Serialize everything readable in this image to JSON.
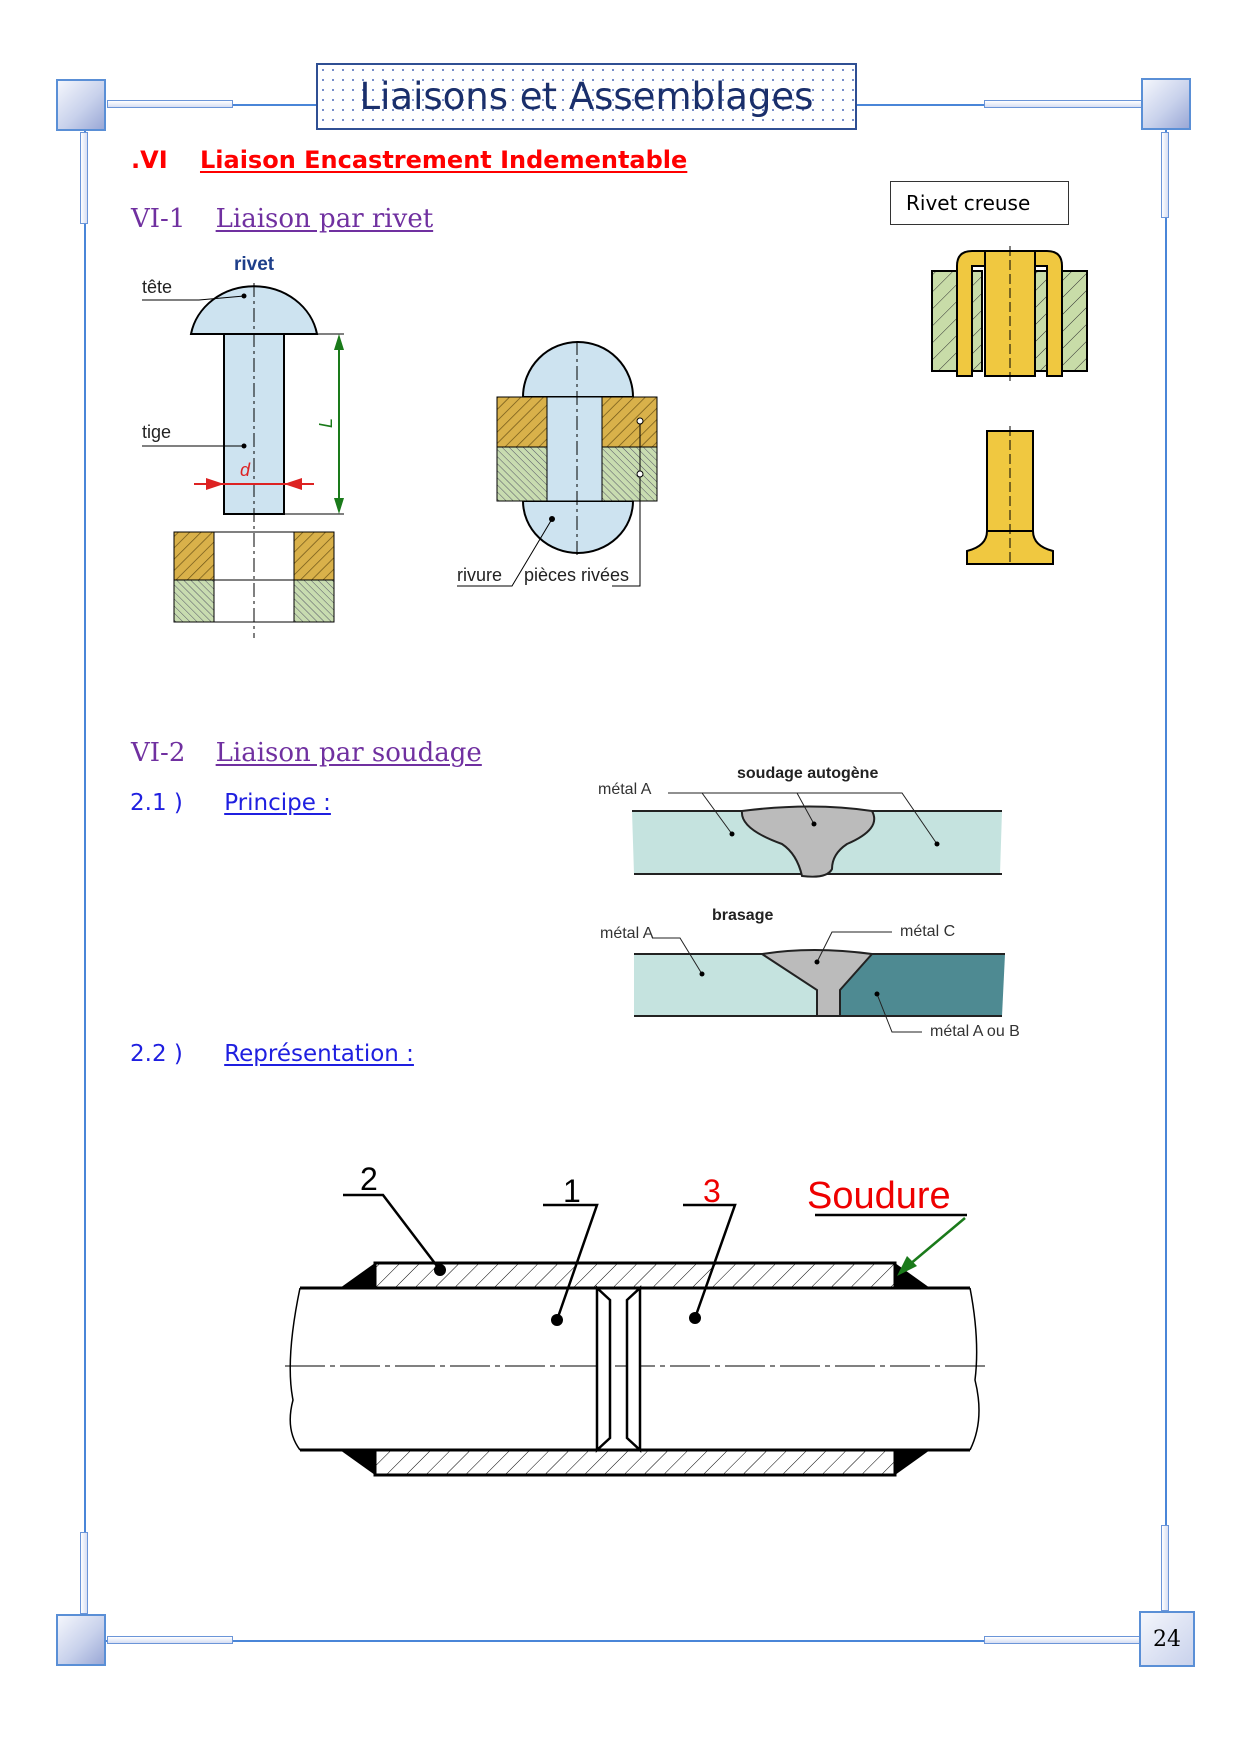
{
  "header": {
    "title": "Liaisons et Assemblages"
  },
  "section": {
    "number": ".VI",
    "title": "Liaison Encastrement Indementable"
  },
  "sub1": {
    "number": "VI-1",
    "title": "Liaison par rivet"
  },
  "rivet_figure": {
    "title": "rivet",
    "label_head": "tête",
    "label_shank": "tige",
    "label_d": "d",
    "label_L": "L"
  },
  "riveted_figure": {
    "label_rivure": "rivure",
    "label_pieces": "pièces rivées"
  },
  "hollow_rivet": {
    "label": "Rivet creuse"
  },
  "sub2": {
    "number": "VI-2",
    "title": "Liaison par soudage"
  },
  "principle": {
    "number": "2.1 )",
    "title": "Principe :"
  },
  "representation": {
    "number": "2.2 )",
    "title": "Représentation :"
  },
  "weld_figure": {
    "title_autogene": "soudage autogène",
    "title_brasage": "brasage",
    "metal_a": "métal A",
    "metal_a2": "métal A",
    "metal_c": "métal C",
    "metal_ab": "métal A ou B"
  },
  "pipe_figure": {
    "label_1": "1",
    "label_2": "2",
    "label_3": "3",
    "label_weld": "Soudure"
  },
  "footer": {
    "page_number": "24"
  },
  "colors": {
    "frame": "#4a86d8",
    "section_red": "#ff0000",
    "violet": "#7030a0",
    "blue": "#1f1fe0"
  }
}
